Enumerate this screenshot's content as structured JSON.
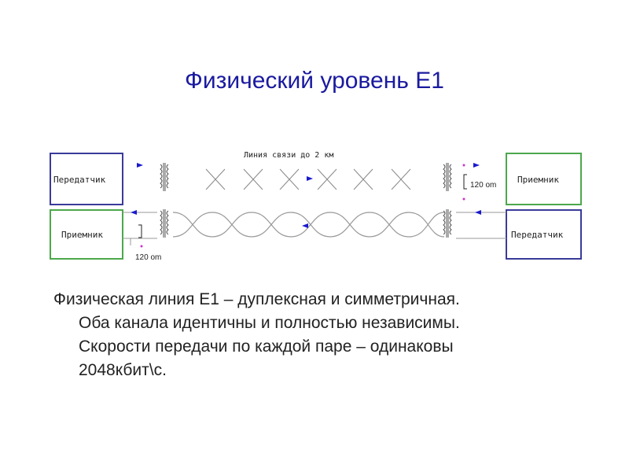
{
  "title": "Физический уровень Е1",
  "diagram": {
    "line_caption": "Линия связи  до 2 км",
    "top_left_box": "Передатчик",
    "bottom_left_box": "Приемник",
    "top_right_box": "Приемник",
    "bottom_right_box": "Передатчик",
    "resistor_right_label": "120 om",
    "resistor_left_label": "120 om",
    "colors": {
      "transmitter_box": "#3a3a9a",
      "receiver_box": "#4ca84c",
      "arrow": "#1a1acc",
      "wire": "#999999",
      "dot": "#cc33cc"
    }
  },
  "body": {
    "line1": "Физическая линия Е1 – дуплексная и симметричная.",
    "line2": "Оба канала идентичны и полностью независимы.",
    "line3": "Скорости передачи по каждой паре – одинаковы",
    "line4": "2048кбит\\с."
  }
}
